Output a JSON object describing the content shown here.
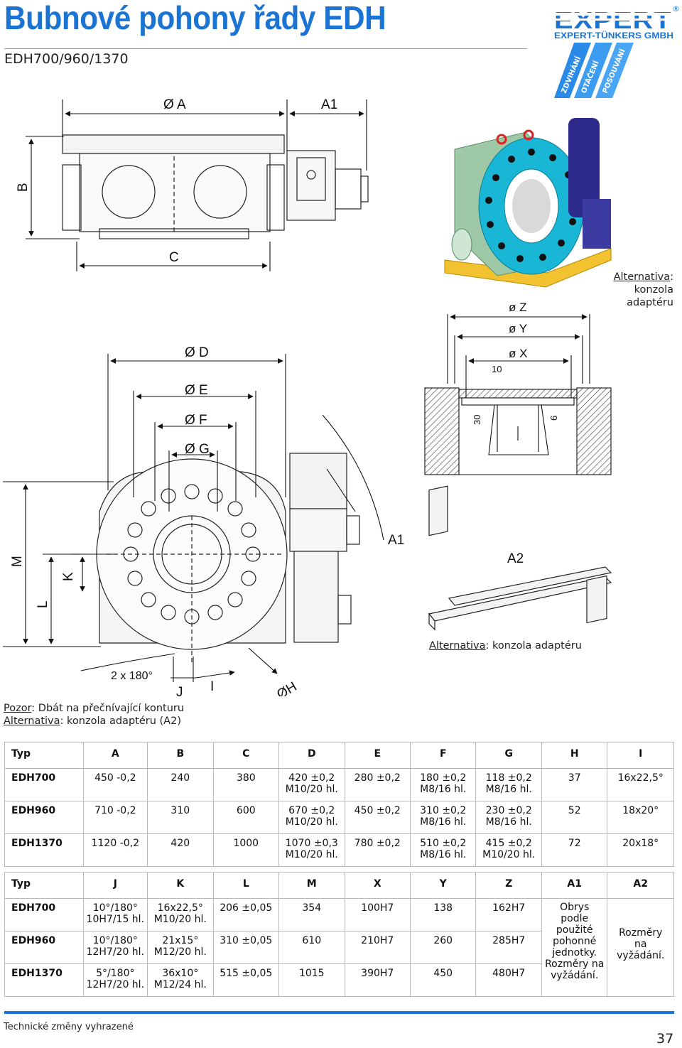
{
  "header": {
    "title": "Bubnové pohony řady EDH",
    "model": "EDH700/960/1370"
  },
  "logo": {
    "brand": "EXPERT",
    "company": "EXPERT-TÜNKERS GMBH",
    "registered": "®",
    "stripes": [
      "ZDVIHÁNÍ",
      "OTÁČENÍ",
      "POSOUVÁNÍ"
    ],
    "color": "#1b74d4"
  },
  "drawing_labels": {
    "dA": "Ø A",
    "A1": "A1",
    "B": "B",
    "C": "C",
    "dD": "Ø D",
    "dE": "Ø E",
    "dF": "Ø F",
    "dG": "Ø G",
    "M": "M",
    "L": "L",
    "K": "K",
    "angle": "2 x 180°",
    "J": "J",
    "I": "I",
    "dH": "ØH",
    "A1b": "A1",
    "A2": "A2",
    "dZ": "ø Z",
    "dY": "ø Y",
    "dX": "ø X",
    "n10": "10",
    "n30": "30",
    "n6": "6"
  },
  "notes": {
    "right_u": "Alternativa",
    "right_rest1": ": konzola",
    "right_rest2": "adaptéru",
    "a2_u": "Alternativa",
    "a2_rest": ": konzola adaptéru",
    "warn_u": "Pozor",
    "warn_rest": ": Dbát na přečnívající konturu",
    "alt_u": "Alternativa",
    "alt_rest": ": konzola adaptéru (A2)"
  },
  "table1": {
    "headers": [
      "Typ",
      "A",
      "B",
      "C",
      "D",
      "E",
      "F",
      "G",
      "H",
      "I"
    ],
    "rows": [
      [
        "EDH700",
        "450 -0,2",
        "240",
        "380",
        "420 ±0,2\nM10/20 hl.",
        "280 ±0,2",
        "180 ±0,2\nM8/16 hl.",
        "118 ±0,2\nM8/16 hl.",
        "37",
        "16x22,5°"
      ],
      [
        "EDH960",
        "710 -0,2",
        "310",
        "600",
        "670 ±0,2\nM10/20 hl.",
        "450 ±0,2",
        "310 ±0,2\nM8/16 hl.",
        "230 ±0,2\nM8/16 hl.",
        "52",
        "18x20°"
      ],
      [
        "EDH1370",
        "1120 -0,2",
        "420",
        "1000",
        "1070 ±0,3\nM10/20 hl.",
        "780 ±0,2",
        "510 ±0,2\nM8/16 hl.",
        "415 ±0,2\nM10/20 hl.",
        "72",
        "20x18°"
      ]
    ]
  },
  "table2": {
    "headers": [
      "Typ",
      "J",
      "K",
      "L",
      "M",
      "X",
      "Y",
      "Z",
      "A1",
      "A2"
    ],
    "rows": [
      [
        "EDH700",
        "10°/180°\n10H7/15 hl.",
        "16x22,5°\nM10/20 hl.",
        "206 ±0,05",
        "354",
        "100H7",
        "138",
        "162H7"
      ],
      [
        "EDH960",
        "10°/180°\n12H7/20 hl.",
        "21x15°\nM12/20 hl.",
        "310 ±0,05",
        "610",
        "210H7",
        "260",
        "285H7"
      ],
      [
        "EDH1370",
        "5°/180°\n12H7/20 hl.",
        "36x10°\nM12/24 hl.",
        "515 ±0,05",
        "1015",
        "390H7",
        "450",
        "480H7"
      ]
    ],
    "a1_note": "Obrys\npodle\npoužité\npohonné\njednotky.\nRozměry na\nvyžádání.",
    "a2_note": "Rozměry\nna\nvyžádání."
  },
  "footer": {
    "text": "Technické změny vyhrazené",
    "page": "37"
  }
}
